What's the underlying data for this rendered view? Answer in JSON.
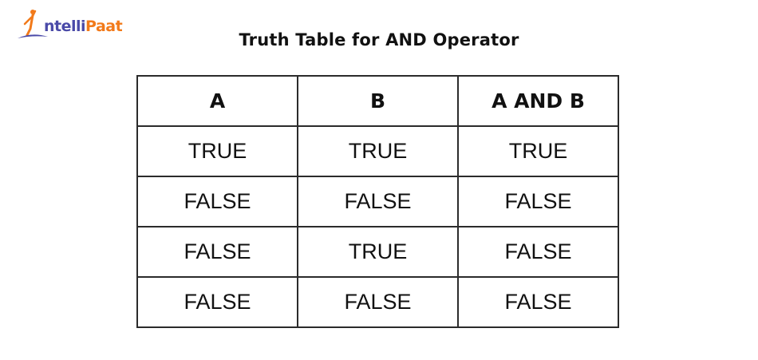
{
  "logo": {
    "part1": "ntelli",
    "part2": "Paat",
    "icon": "person-jumping-icon"
  },
  "title": "Truth Table for AND Operator",
  "table": {
    "headers": [
      "A",
      "B",
      "A AND B"
    ],
    "rows": [
      [
        "TRUE",
        "TRUE",
        "TRUE"
      ],
      [
        "FALSE",
        "FALSE",
        "FALSE"
      ],
      [
        "FALSE",
        "TRUE",
        "FALSE"
      ],
      [
        "FALSE",
        "FALSE",
        "FALSE"
      ]
    ]
  }
}
